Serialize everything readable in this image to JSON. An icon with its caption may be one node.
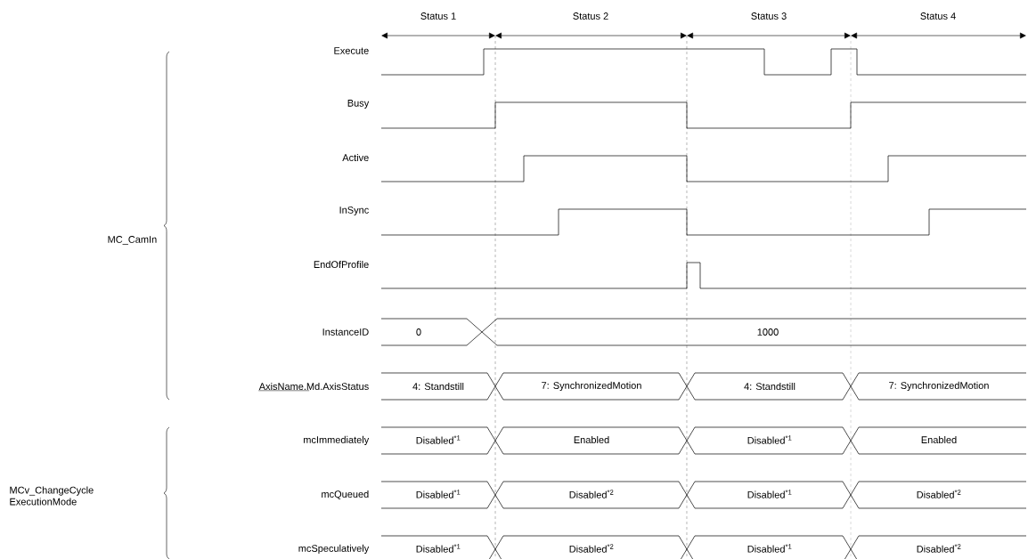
{
  "diagram": {
    "labels": [
      "Status 1",
      "Status 2",
      "Status 3",
      "Status 4",
      "Execute",
      "Busy",
      "Active",
      "InSync",
      "MC_CamIn",
      "EndOfProfile",
      "InstanceID",
      "0",
      "1000",
      "AxisName.Md.AxisStatus",
      "4: Standstill",
      "7: SynchronizedMotion",
      "4: Standstill",
      "7: SynchronizedMotion",
      "mcImmediately",
      "Disabled$^{*1}$",
      "Enabled",
      "Disabled$^{*1}$",
      "Enabled",
      "MCv_ChangeCycle ExecutionMode",
      "mcQueued",
      "Disabled$^{*1}$",
      "Disabled$^{*2}$",
      "Disabled$^{*1}$",
      "Disabled$^{*2}$",
      "mcSpeculatively",
      "Disabled$^{*1}$",
      "Disabled$^{*2}$",
      "Disabled$^{*1}$",
      "Disabled$^{*2}$"
    ]
  }
}
